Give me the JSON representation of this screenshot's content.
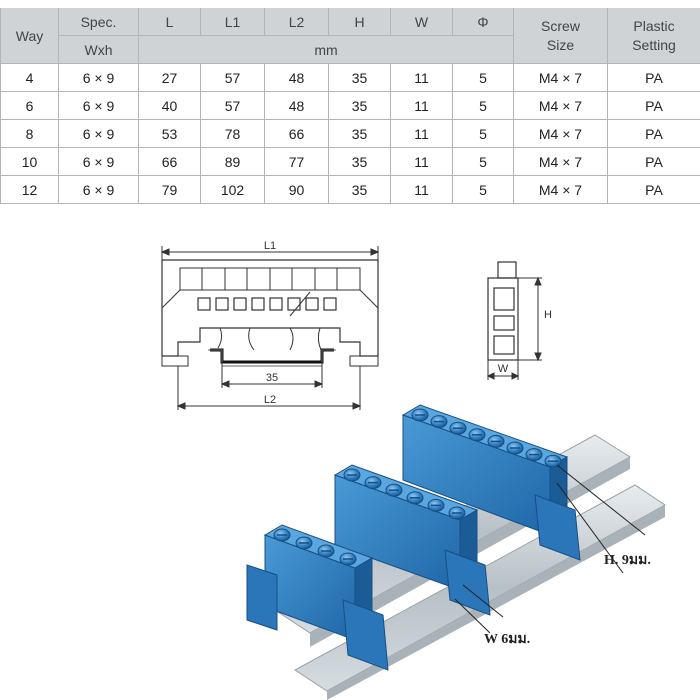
{
  "table": {
    "headers": {
      "way": "Way",
      "spec": "Spec.",
      "wxh": "Wxh",
      "l": "L",
      "l1": "L1",
      "l2": "L2",
      "h": "H",
      "w": "W",
      "phi": "Φ",
      "mm": "mm",
      "screw_1": "Screw",
      "screw_2": "Size",
      "plastic_1": "Plastic",
      "plastic_2": "Setting"
    },
    "rows": [
      [
        "4",
        "6 × 9",
        "27",
        "57",
        "48",
        "35",
        "11",
        "5",
        "M4 × 7",
        "PA"
      ],
      [
        "6",
        "6 × 9",
        "40",
        "57",
        "48",
        "35",
        "11",
        "5",
        "M4 × 7",
        "PA"
      ],
      [
        "8",
        "6 × 9",
        "53",
        "78",
        "66",
        "35",
        "11",
        "5",
        "M4 × 7",
        "PA"
      ],
      [
        "10",
        "6 × 9",
        "66",
        "89",
        "77",
        "35",
        "11",
        "5",
        "M4 × 7",
        "PA"
      ],
      [
        "12",
        "6 × 9",
        "79",
        "102",
        "90",
        "35",
        "11",
        "5",
        "M4 × 7",
        "PA"
      ]
    ]
  },
  "drawing": {
    "front": {
      "l1": "L1",
      "dim35": "35",
      "l2": "L2"
    },
    "side": {
      "h": "H",
      "w": "W"
    }
  },
  "photo": {
    "note_h": "H. 9มม.",
    "note_w": "W 6มม."
  },
  "colors": {
    "header_bg": "#cfd3d6",
    "terminal_blue": "#2f7fc2",
    "rail_silver": "#c9d1d6"
  }
}
